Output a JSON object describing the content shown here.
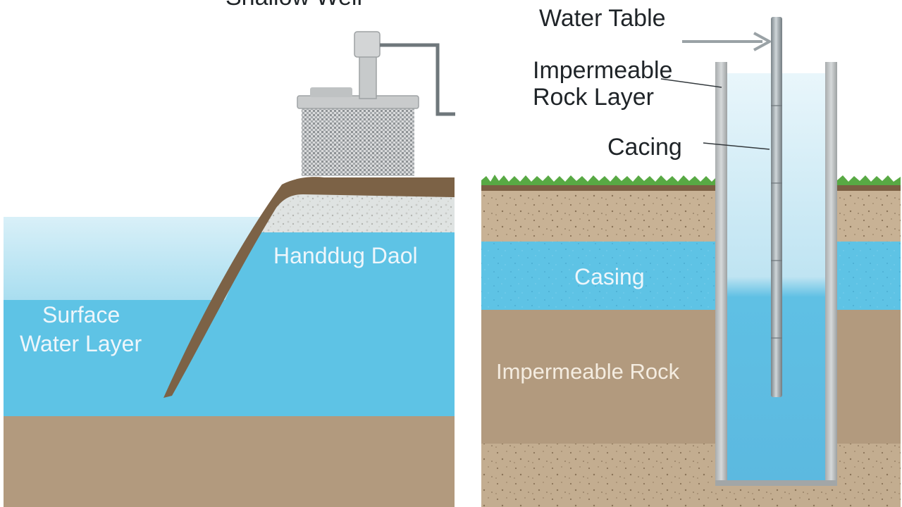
{
  "left_panel": {
    "title": "Shallow Well",
    "dug_label": "Handdug Daol",
    "surface_label_line1": "Surface",
    "surface_label_line2": "Water Layer"
  },
  "right_panel": {
    "water_table_label": "Water Table",
    "rock_layer_label_line1": "Impermeable",
    "rock_layer_label_line2": "Rock Layer",
    "casing_top_label": "Cacing",
    "casing_band_label": "Casing",
    "impermeable_rock_label": "Impermeable Rock"
  },
  "colors": {
    "water": "#5ec3e5",
    "water_light": "#cbe9f3",
    "soil": "#b29a7e",
    "bank": "#7c6246",
    "grass": "#58a944",
    "pipe": "#9aa3a8"
  }
}
